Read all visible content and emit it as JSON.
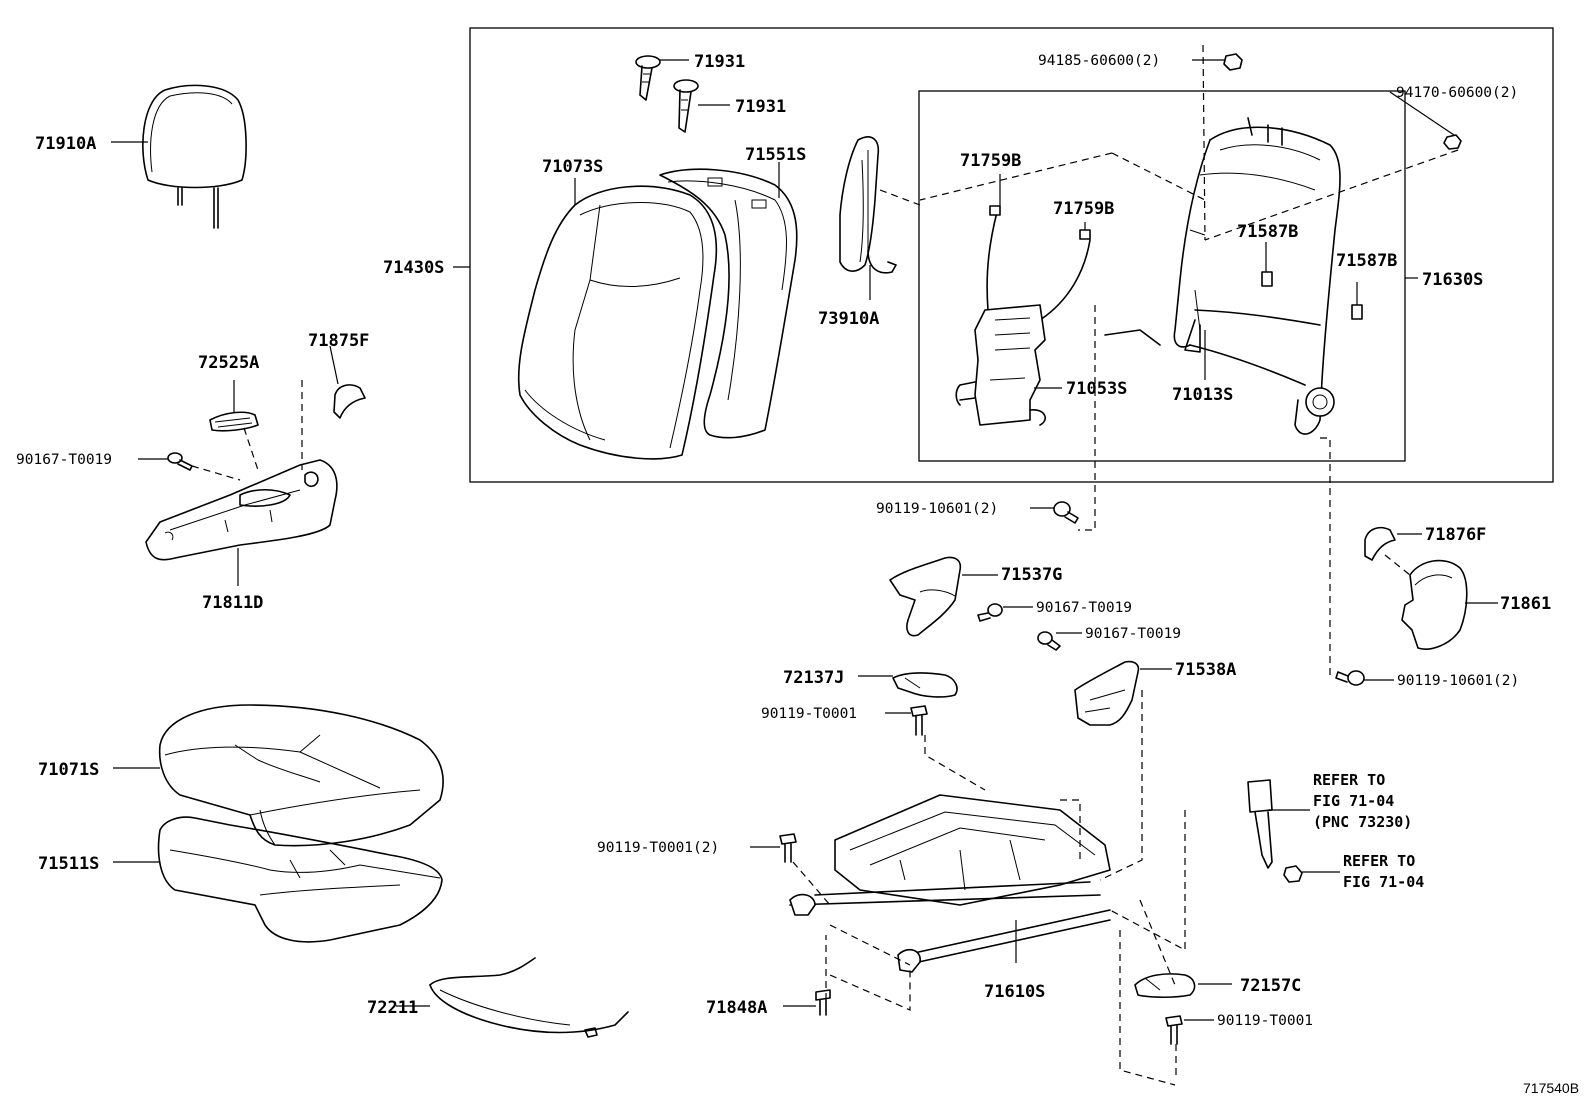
{
  "labels": {
    "p71910A": "71910A",
    "p71931_1": "71931",
    "p71931_2": "71931",
    "p71073S": "71073S",
    "p71551S": "71551S",
    "p94185": "94185-60600(2)",
    "p94170": "94170-60600(2)",
    "p71759B_1": "71759B",
    "p71759B_2": "71759B",
    "p71587B_1": "71587B",
    "p71587B_2": "71587B",
    "p71430S": "71430S",
    "p73910A": "73910A",
    "p71630S": "71630S",
    "p71053S": "71053S",
    "p71013S": "71013S",
    "p72525A": "72525A",
    "p71875F": "71875F",
    "p90167_left": "90167-T0019",
    "p71811D": "71811D",
    "p90119_10601_mid": "90119-10601(2)",
    "p71876F": "71876F",
    "p71537G": "71537G",
    "p90167_mid1": "90167-T0019",
    "p90167_mid2": "90167-T0019",
    "p71861": "71861",
    "p72137J": "72137J",
    "p71538A": "71538A",
    "p90119_10601_right": "90119-10601(2)",
    "p90119_T0001_a": "90119-T0001",
    "p71071S": "71071S",
    "p71511S": "71511S",
    "p90119_T0001_b": "90119-T0001(2)",
    "p72211": "72211",
    "p71848A": "71848A",
    "p71610S": "71610S",
    "p72157C": "72157C",
    "p90119_T0001_c": "90119-T0001"
  },
  "refs": {
    "belt_line1": "REFER TO",
    "belt_line2": "FIG 71-04",
    "belt_line3": "(PNC 73230)",
    "nut_line1": "REFER TO",
    "nut_line2": "FIG 71-04"
  },
  "figure_id": "717540B"
}
